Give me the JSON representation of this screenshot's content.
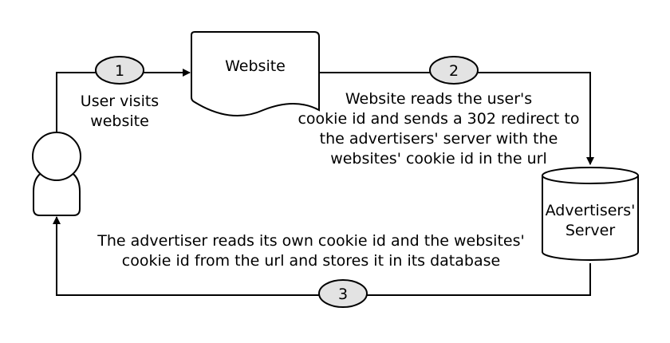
{
  "nodes": {
    "website": {
      "label": "Website"
    },
    "server": {
      "label_lines": [
        "Advertisers'",
        "Server"
      ]
    },
    "user": {
      "icon": "user-icon"
    }
  },
  "steps": [
    {
      "number": "1",
      "text_lines": [
        "User visits",
        "website"
      ]
    },
    {
      "number": "2",
      "text_lines": [
        "Website reads the user's",
        "cookie id and sends a 302 redirect to",
        "the advertisers' server with the",
        "websites' cookie id in the url"
      ]
    },
    {
      "number": "3",
      "text_lines": [
        "The advertiser reads its own cookie id and the websites'",
        "cookie id from the url and stores it in its database"
      ]
    }
  ],
  "colors": {
    "stroke": "#000000",
    "badge_fill": "#e3e3e3",
    "background": "#ffffff"
  }
}
